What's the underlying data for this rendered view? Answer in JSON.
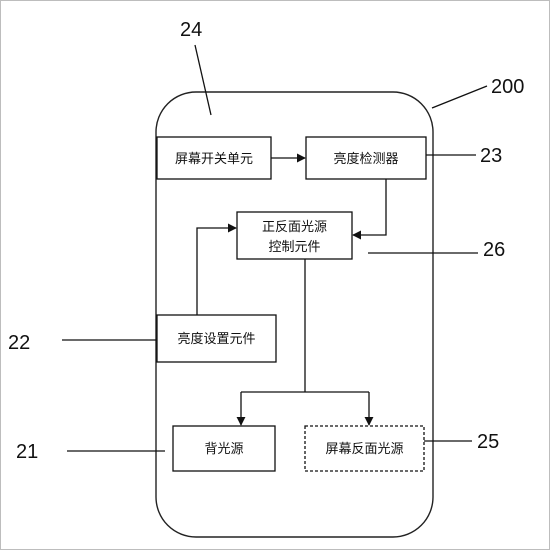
{
  "diagram": {
    "device_ref": "200",
    "refs": {
      "top": "24",
      "detector": "23",
      "controller": "26",
      "setting": "22",
      "backlight": "21",
      "rear_light": "25"
    },
    "boxes": {
      "switch": "屏幕开关单元",
      "detector": "亮度检测器",
      "controller_line1": "正反面光源",
      "controller_line2": "控制元件",
      "setting": "亮度设置元件",
      "backlight": "背光源",
      "rear_light": "屏幕反面光源"
    }
  }
}
